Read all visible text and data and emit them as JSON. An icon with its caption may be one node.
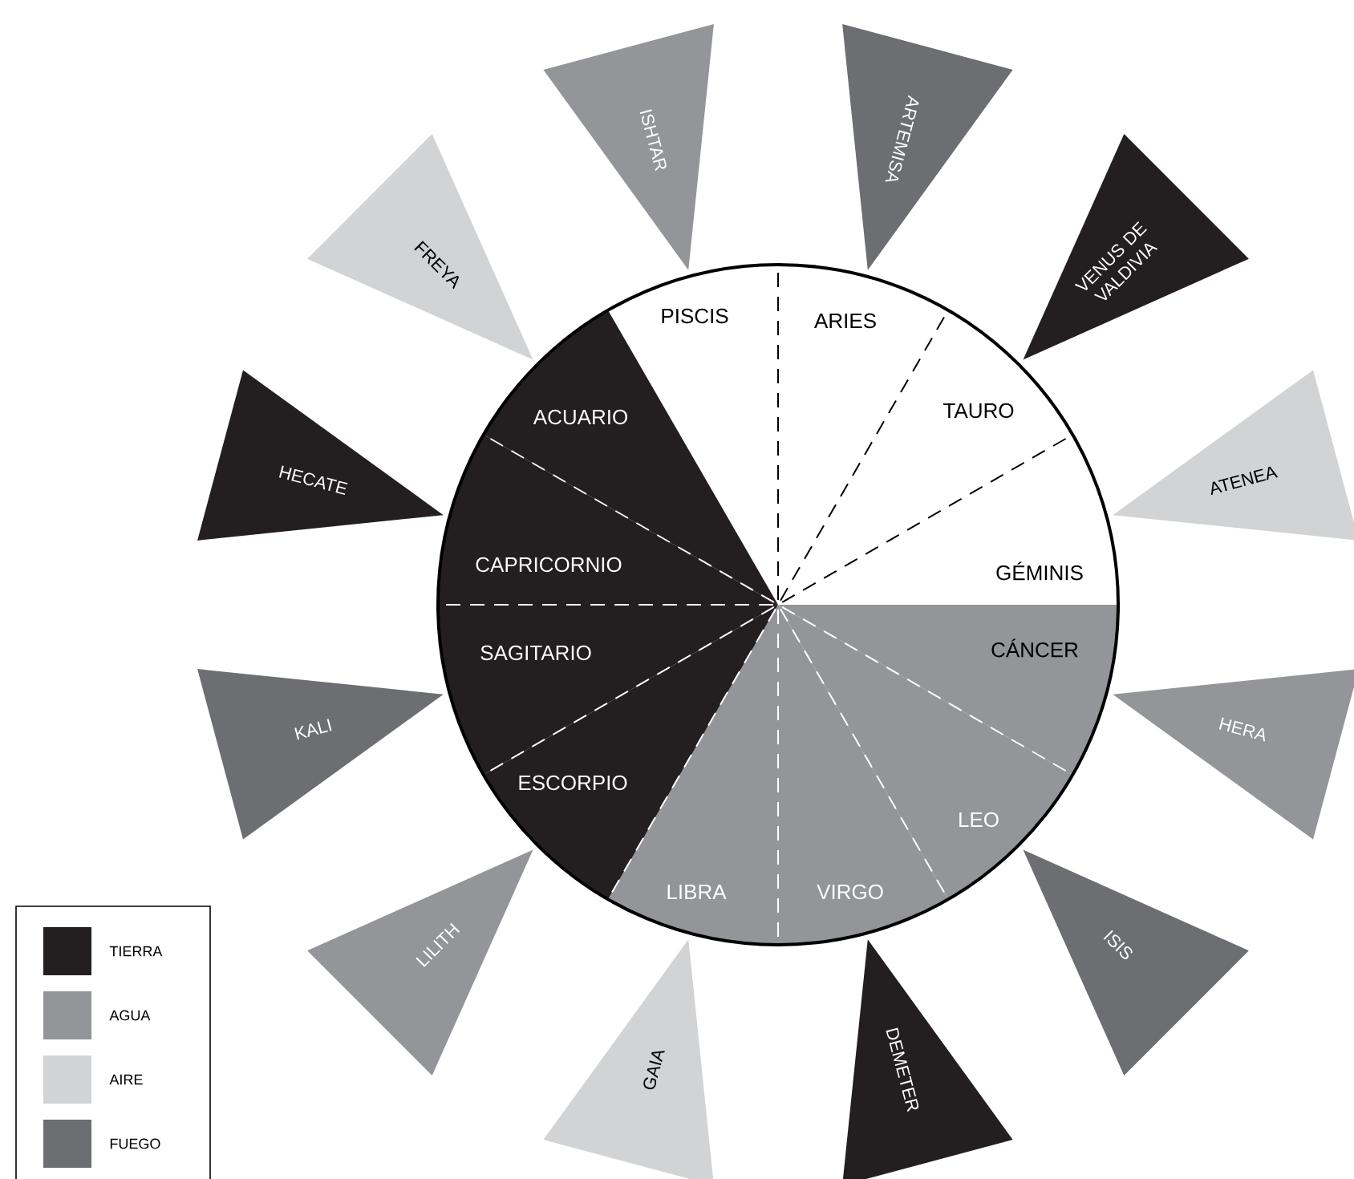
{
  "diagram": {
    "nodes": [
      {
        "text": [
          "PISCIS"
        ]
      },
      {
        "text": [
          "ARIES"
        ]
      },
      {
        "text": [
          "TAURO"
        ]
      },
      {
        "text": [
          "GÉMINIS"
        ]
      },
      {
        "text": [
          "CÁNCER"
        ]
      },
      {
        "text": [
          "LEO"
        ]
      },
      {
        "text": [
          "VIRGO"
        ]
      },
      {
        "text": [
          "LIBRA"
        ]
      },
      {
        "text": [
          "ESCORPIO"
        ]
      },
      {
        "text": [
          "SAGITARIO"
        ]
      },
      {
        "text": [
          "CAPRICORNIO"
        ]
      },
      {
        "text": [
          "ACUARIO"
        ]
      },
      {
        "text": [
          "ISHTAR"
        ]
      },
      {
        "text": [
          "ARTEMISA"
        ]
      },
      {
        "text": [
          "VENUS DE VALDIVIA"
        ]
      },
      {
        "text": [
          "ATENEA"
        ]
      },
      {
        "text": [
          "HERA"
        ]
      },
      {
        "text": [
          "ISIS"
        ]
      },
      {
        "text": [
          "DEMETER"
        ]
      },
      {
        "text": [
          "GAIA"
        ]
      },
      {
        "text": [
          "LILITH"
        ]
      },
      {
        "text": [
          "KALI"
        ]
      },
      {
        "text": [
          "HECATE"
        ]
      },
      {
        "text": [
          "FREYA"
        ]
      }
    ],
    "legend": [
      {
        "text": "TIERRA",
        "color": "#231f20"
      },
      {
        "text": "AGUA",
        "color": "#939598"
      },
      {
        "text": "AIRE",
        "color": "#d1d3d4"
      },
      {
        "text": "FUEGO",
        "color": "#6d6e71"
      }
    ]
  }
}
